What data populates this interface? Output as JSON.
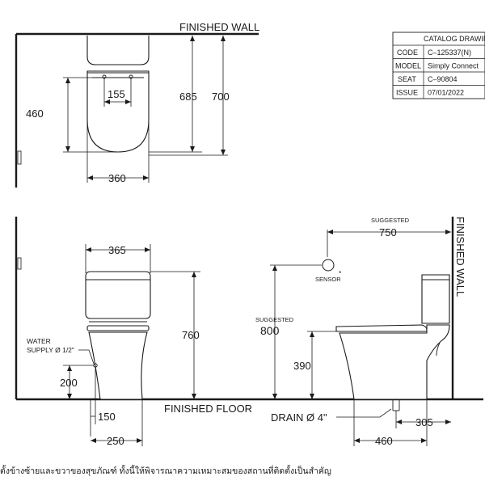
{
  "labels": {
    "finished_wall_top": "FINISHED WALL",
    "finished_wall_side": "FINISHED WALL",
    "finished_floor": "FINISHED FLOOR",
    "suggested_1": "SUGGESTED",
    "suggested_2": "SUGGESTED",
    "sensor": "SENSOR",
    "sensor_mark": "*",
    "water_supply_1": "WATER",
    "water_supply_2": "SUPPLY Ø 1/2\"",
    "drain": "DRAIN Ø 4\"",
    "footer_note": "ตั้งข้างซ้ายและขวาของสุขภัณฑ์ ทั้งนี้ให้พิจารณาความเหมาะสมของสถานที่ติดตั้งเป็นสำคัญ"
  },
  "dimensions": {
    "top_155": "155",
    "top_460": "460",
    "top_685": "685",
    "top_700": "700",
    "top_360": "360",
    "side_365": "365",
    "side_760": "760",
    "side_200": "200",
    "side_150": "150",
    "side_250": "250",
    "right_750": "750",
    "right_800": "800",
    "right_390": "390",
    "right_460": "460",
    "right_305": "305"
  },
  "title_block": {
    "header": "CATALOG  DRAWING",
    "rows": [
      {
        "key": "CODE",
        "value": "C–125337(N)"
      },
      {
        "key": "MODEL",
        "value": "Simply  Connect"
      },
      {
        "key": "SEAT",
        "value": "C–90804"
      },
      {
        "key": "ISSUE",
        "value": "07/01/2022"
      }
    ]
  }
}
